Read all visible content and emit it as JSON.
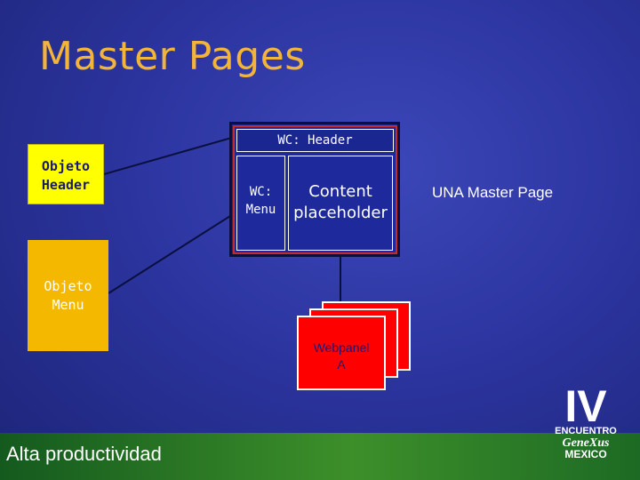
{
  "slide": {
    "title": "Master Pages",
    "footer": "Alta productividad"
  },
  "objects": {
    "header": "Objeto\nHeader",
    "menu": "Objeto\nMenu"
  },
  "master_page": {
    "wc_header": "WC: Header",
    "wc_menu": "WC:\nMenu",
    "content_placeholder": "Content\nplaceholder",
    "label": "UNA Master Page"
  },
  "webpanel": {
    "label": "Webpanel\nA"
  },
  "logo": {
    "numeral": "IV",
    "line1": "ENCUENTRO",
    "line2": "GeneXus",
    "line3": "MEXICO"
  },
  "colors": {
    "background": "#2c35a0",
    "title": "#f3b43a",
    "header_object": "#ffff00",
    "menu_object": "#f5b800",
    "webpanel": "#ff0000",
    "footer": "#3d8f2a"
  }
}
